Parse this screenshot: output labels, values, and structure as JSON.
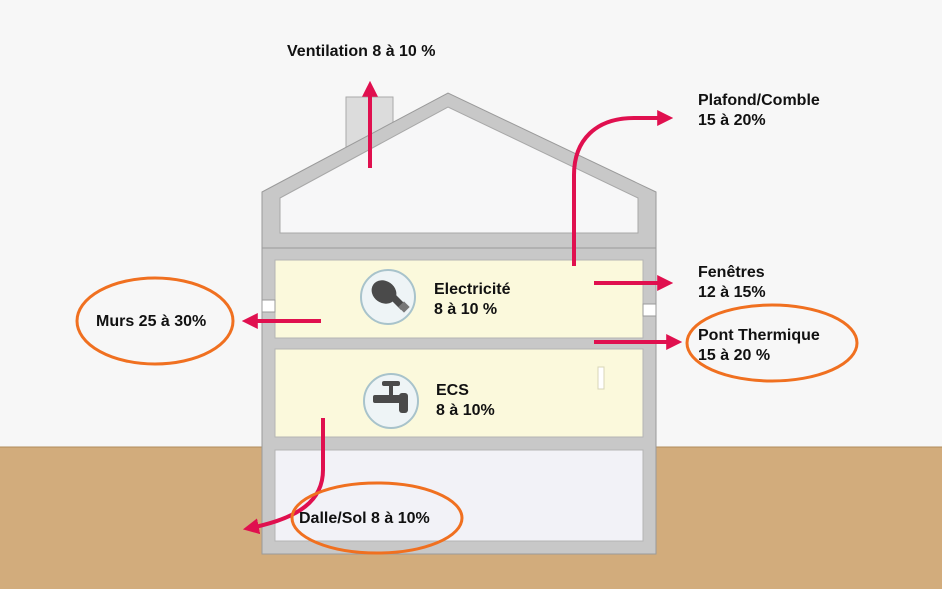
{
  "colors": {
    "arrow": "#e0104f",
    "highlight": "#f07020",
    "wall": "#c8c8c8",
    "room_fill": "#fbf9dc",
    "ground": "#d2ac7c",
    "background": "#f7f7f7"
  },
  "labels": {
    "ventilation": "Ventilation 8 à 10 %",
    "plafond_title": "Plafond/Comble",
    "plafond_value": "15 à 20%",
    "fenetres_title": "Fenêtres",
    "fenetres_value": "12 à 15%",
    "pont_title": "Pont Thermique",
    "pont_value": "15 à 20 %",
    "murs": "Murs 25 à 30%",
    "electricite_title": "Electricité",
    "electricite_value": "8 à 10 %",
    "ecs_title": "ECS",
    "ecs_value": "8 à 10%",
    "dalle": "Dalle/Sol 8 à 10%"
  },
  "icons": {
    "electricite": "light-bulb-icon",
    "ecs": "water-tap-icon"
  }
}
